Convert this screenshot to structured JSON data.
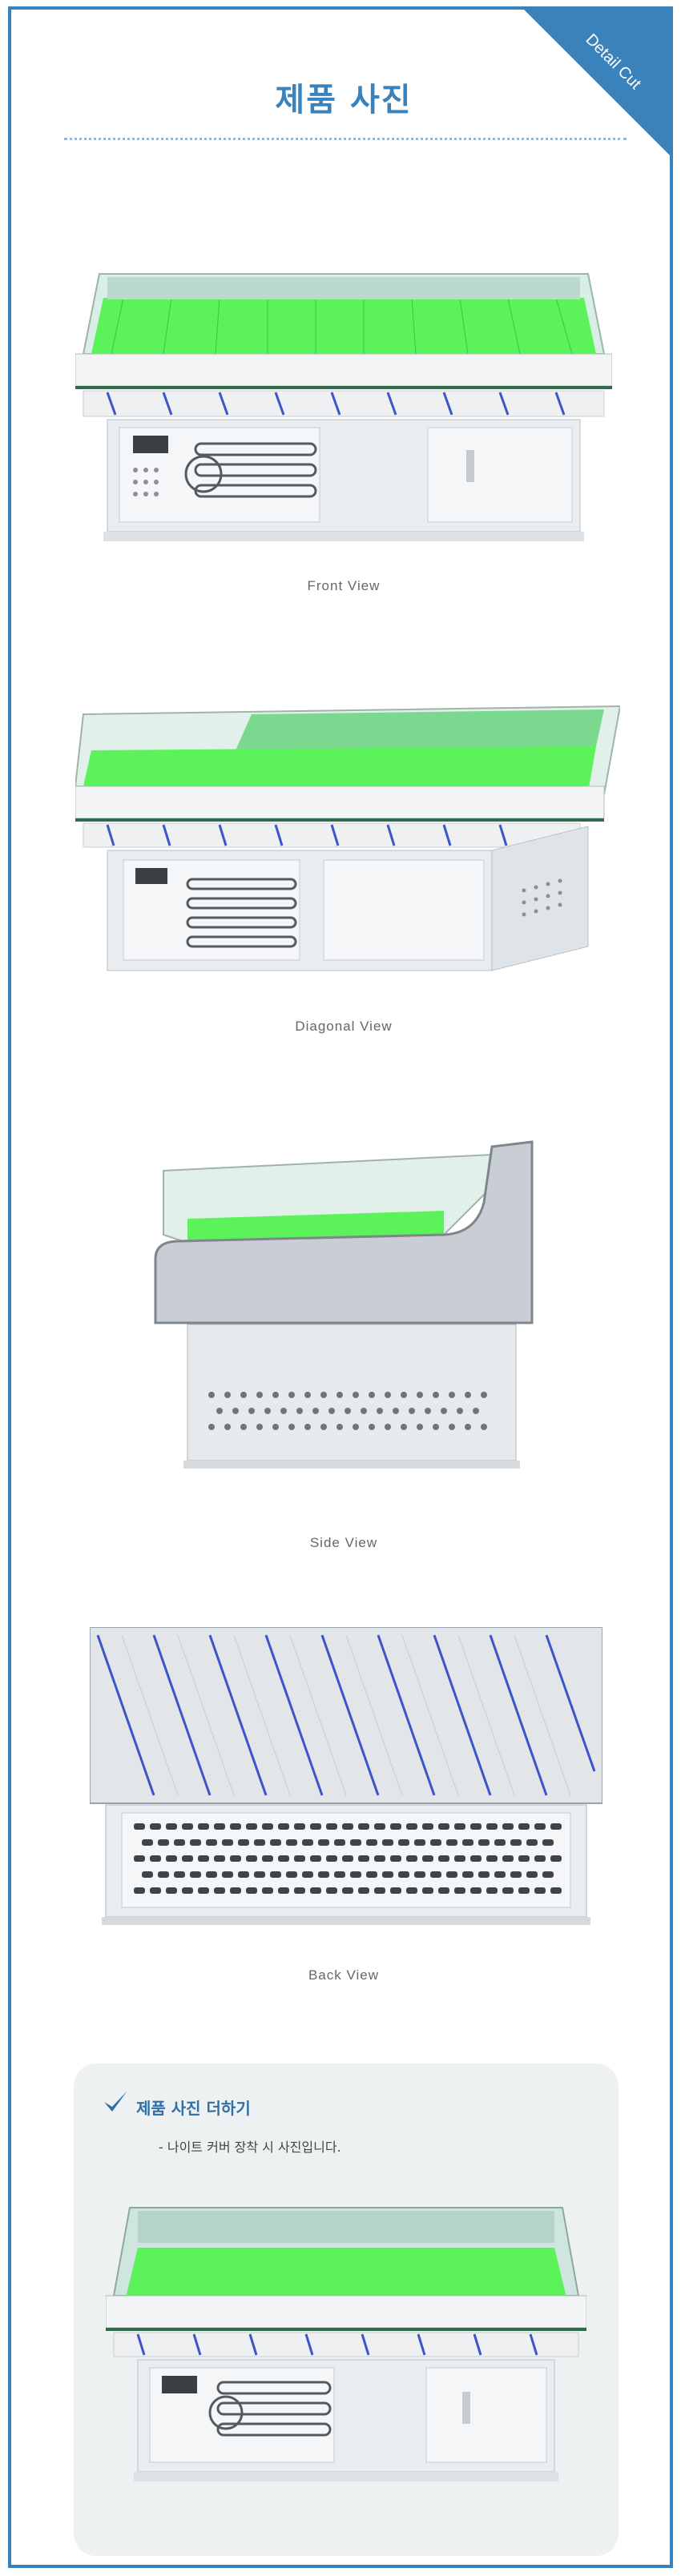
{
  "corner_label": "Detail Cut",
  "page_title": "제품 사진",
  "views": [
    {
      "caption": "Front View"
    },
    {
      "caption": "Diagonal View"
    },
    {
      "caption": "Side View"
    },
    {
      "caption": "Back View"
    }
  ],
  "extra": {
    "title": "제품 사진 더하기",
    "description": "- 나이트 커버 장착 시 사진입니다."
  },
  "colors": {
    "accent": "#3a82bc",
    "shelf_green": "#5bf25a",
    "cabinet": "#e9edf0"
  }
}
